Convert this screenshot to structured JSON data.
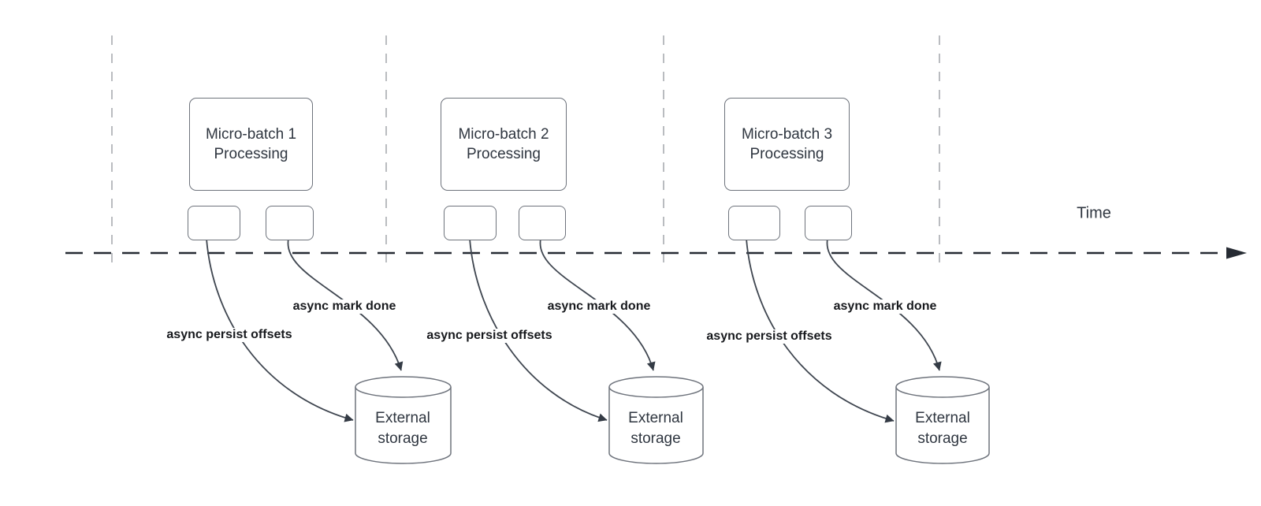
{
  "time_label": "Time",
  "groups": [
    {
      "title": "Micro-batch 1 Processing",
      "persist_label": "async persist offsets",
      "done_label": "async mark done",
      "storage_label": "External storage"
    },
    {
      "title": "Micro-batch 2 Processing",
      "persist_label": "async persist offsets",
      "done_label": "async mark done",
      "storage_label": "External storage"
    },
    {
      "title": "Micro-batch 3 Processing",
      "persist_label": "async persist offsets",
      "done_label": "async mark done",
      "storage_label": "External storage"
    }
  ],
  "colors": {
    "background": "#ffffff",
    "timeline": "#262b33",
    "gridline": "#a8abb0",
    "shape_stroke": "#6e737c",
    "arrow_stroke": "#3f4650",
    "arrowhead_fill": "#343b45",
    "shape_text": "#2f3640",
    "edge_label_text": "#17191d"
  }
}
